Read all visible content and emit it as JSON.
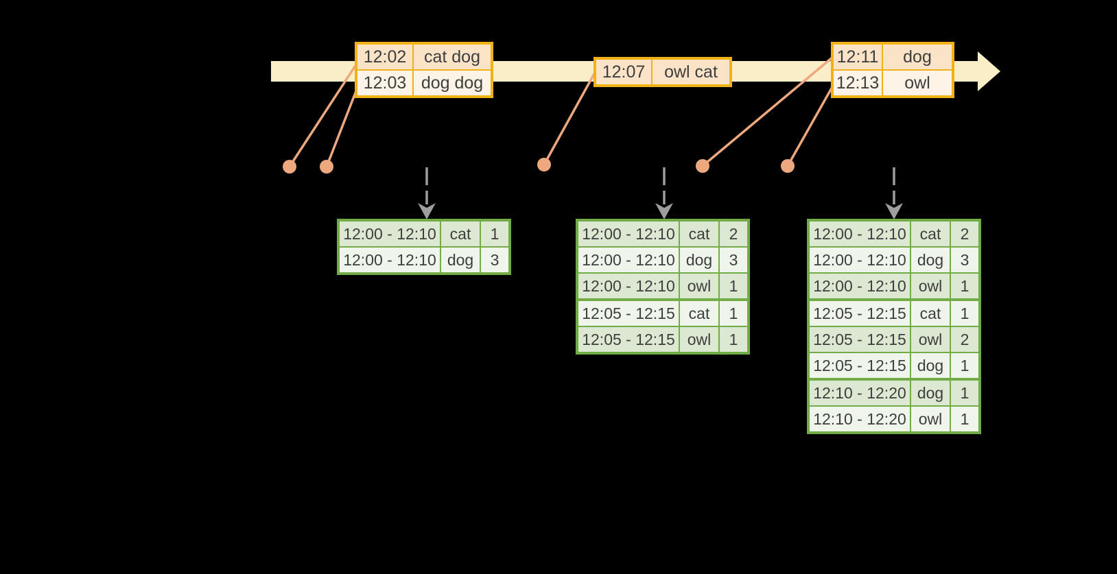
{
  "colors": {
    "background": "#000000",
    "timeline_fill": "#FAEEC8",
    "event_border": "#F0B214",
    "event_row_dark": "#FBE3C8",
    "event_row_light": "#FDF3E6",
    "marker": "#EEA87E",
    "result_border": "#71AC47",
    "result_row_dark": "#DDE8D2",
    "result_row_light": "#F0F5EC",
    "trigger_arrow": "#9E9E9E",
    "text": "#3E3E3E"
  },
  "event_tables": [
    {
      "rows": [
        {
          "time": "12:02",
          "words": "cat dog"
        },
        {
          "time": "12:03",
          "words": "dog dog"
        }
      ]
    },
    {
      "rows": [
        {
          "time": "12:07",
          "words": "owl cat"
        }
      ]
    },
    {
      "rows": [
        {
          "time": "12:11",
          "words": "dog"
        },
        {
          "time": "12:13",
          "words": "owl"
        }
      ]
    }
  ],
  "result_tables": [
    {
      "rows": [
        {
          "window": "12:00 - 12:10",
          "word": "cat",
          "count": "1"
        },
        {
          "window": "12:00 - 12:10",
          "word": "dog",
          "count": "3"
        }
      ]
    },
    {
      "rows": [
        {
          "window": "12:00 - 12:10",
          "word": "cat",
          "count": "2"
        },
        {
          "window": "12:00 - 12:10",
          "word": "dog",
          "count": "3"
        },
        {
          "window": "12:00 - 12:10",
          "word": "owl",
          "count": "1"
        },
        {
          "window": "12:05 - 12:15",
          "word": "cat",
          "count": "1"
        },
        {
          "window": "12:05 - 12:15",
          "word": "owl",
          "count": "1"
        }
      ]
    },
    {
      "rows": [
        {
          "window": "12:00 - 12:10",
          "word": "cat",
          "count": "2"
        },
        {
          "window": "12:00 - 12:10",
          "word": "dog",
          "count": "3"
        },
        {
          "window": "12:00 - 12:10",
          "word": "owl",
          "count": "1"
        },
        {
          "window": "12:05 - 12:15",
          "word": "cat",
          "count": "1"
        },
        {
          "window": "12:05 - 12:15",
          "word": "owl",
          "count": "2"
        },
        {
          "window": "12:05 - 12:15",
          "word": "dog",
          "count": "1"
        },
        {
          "window": "12:10 - 12:20",
          "word": "dog",
          "count": "1"
        },
        {
          "window": "12:10 - 12:20",
          "word": "owl",
          "count": "1"
        }
      ]
    }
  ]
}
